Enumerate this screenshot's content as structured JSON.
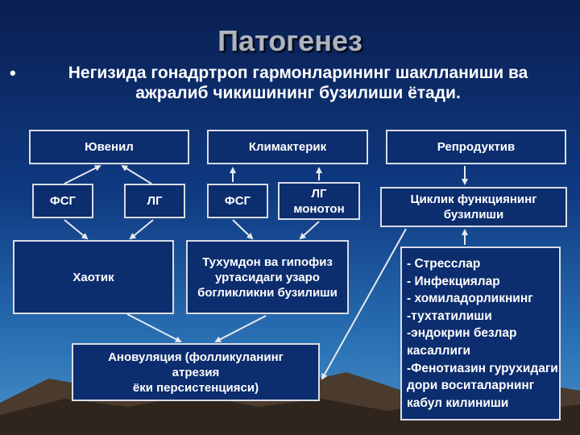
{
  "title": "Патогенез",
  "bullet": "•",
  "subtitle": "Негизида гонадртроп гармонларининг шаклланиши ва ажралиб чикишининг бузилиши ётади.",
  "boxes": {
    "juvenile": "Ювенил",
    "climacteric": "Климактерик",
    "reproductive": "Репродуктив",
    "fsh_left": "ФСГ",
    "lh_left": "ЛГ",
    "fsh_mid": "ФСГ",
    "lh_monotone": "ЛГ\nмонотон",
    "cycle_disruption": "Циклик функциянинг\nбузилиши",
    "chaotic": "Хаотик",
    "ovary_pituitary": "Тухумдон ва гипофиз\nуртасидаги узаро\nбогликликни бузилиши",
    "anovulation": "Ановуляция (фолликуланинг\nатрезия\nёки персистенцияси)"
  },
  "causes": [
    "- Стресслар",
    "- Инфекциялар",
    "- хомиладорликнинг",
    "-тухтатилиши",
    "-эндокрин безлар",
    "касаллиги",
    "-Фенотиазин гурухидаги",
    "дори воситаларнинг",
    "кабул килиниши"
  ],
  "colors": {
    "box_border": "#d9dde6",
    "box_fill": "#0c2d6e",
    "title": "#aeb4bf",
    "text": "#ffffff"
  }
}
